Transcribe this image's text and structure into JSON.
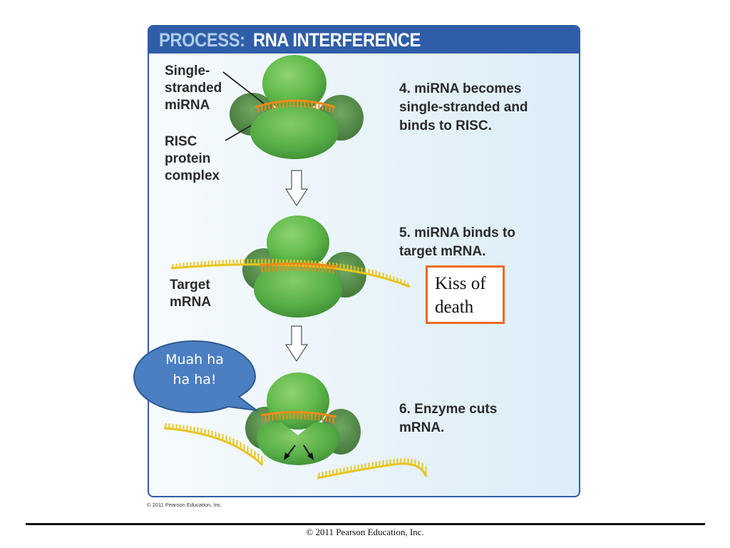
{
  "header": {
    "prefix": "PROCESS:",
    "title": "RNA INTERFERENCE"
  },
  "labels": {
    "mirna_line1": "Single-",
    "mirna_line2": "stranded",
    "mirna_line3": "miRNA",
    "risc_line1": "RISC",
    "risc_line2": "protein",
    "risc_line3": "complex",
    "target_line1": "Target",
    "target_line2": "mRNA"
  },
  "steps": [
    {
      "number": "4.",
      "line1": "miRNA becomes",
      "line2": "single-stranded and",
      "line3_prefix": "binds to ",
      "line3_bold": "RISC",
      "line3_suffix": "."
    },
    {
      "number": "5.",
      "line1": "miRNA binds to",
      "line2": "target mRNA."
    },
    {
      "number": "6.",
      "line1_plain": "Enzyme ",
      "line1_bold": "cuts",
      "line2": "mRNA."
    }
  ],
  "callout": {
    "line1": "Kiss of",
    "line2": "death",
    "border_color": "#ec6b1f"
  },
  "speech_bubble": {
    "line1": "Muah ha",
    "line2": "ha ha!",
    "fill_color": "#4a7fc1"
  },
  "credits": {
    "figure_credit": "© 2011 Pearson Education, Inc.",
    "slide_footer": "© 2011 Pearson Education, Inc."
  },
  "colors": {
    "header_bg": "#2f5da8",
    "protein_green": "#5fb84a",
    "mirna_orange": "#f08a1c",
    "mrna_yellow": "#e8c51e"
  }
}
